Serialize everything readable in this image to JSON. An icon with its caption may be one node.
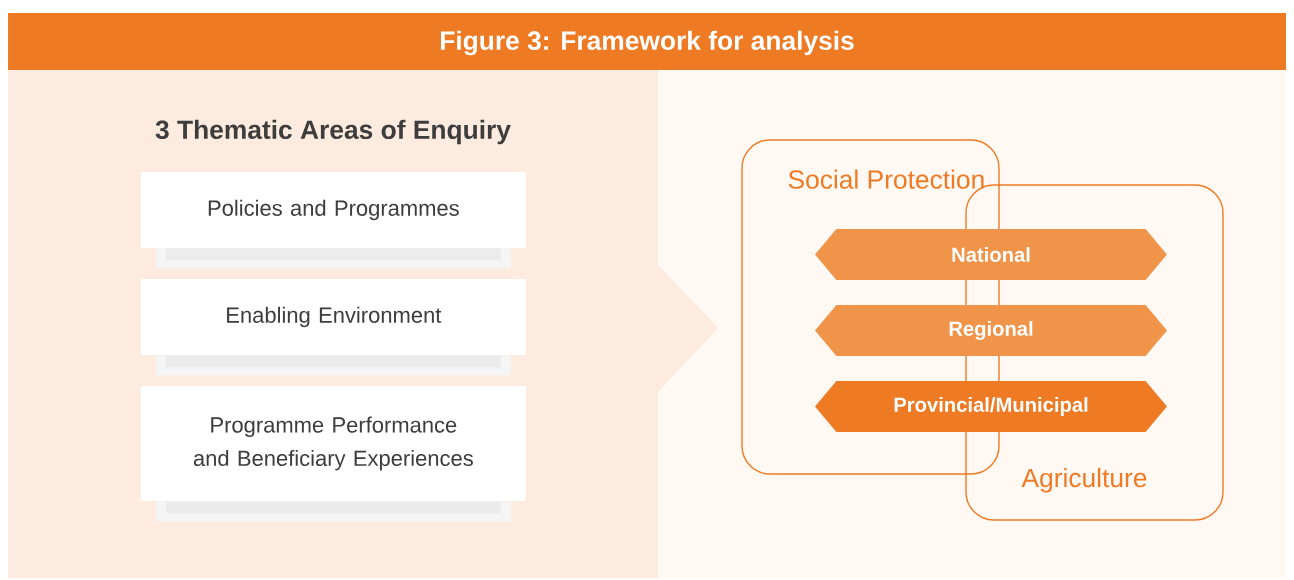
{
  "diagram": {
    "title": "Figure 3: Framework for analysis",
    "nodes": [
      {
        "text": [
          "3 Thematic Areas of Enquiry"
        ]
      },
      {
        "text": [
          "Policies and Programmes"
        ],
        "in": 0
      },
      {
        "text": [
          "Enabling Environment"
        ],
        "in": 0
      },
      {
        "text": [
          "Programme Performance and Beneficiary Experiences"
        ],
        "in": 0
      },
      {
        "text": [
          "Social Protection"
        ]
      },
      {
        "text": [
          "Agriculture"
        ]
      },
      {
        "text": [
          "National"
        ]
      },
      {
        "text": [
          "Regional"
        ]
      },
      {
        "text": [
          "Provincial/Municipal"
        ]
      }
    ]
  }
}
